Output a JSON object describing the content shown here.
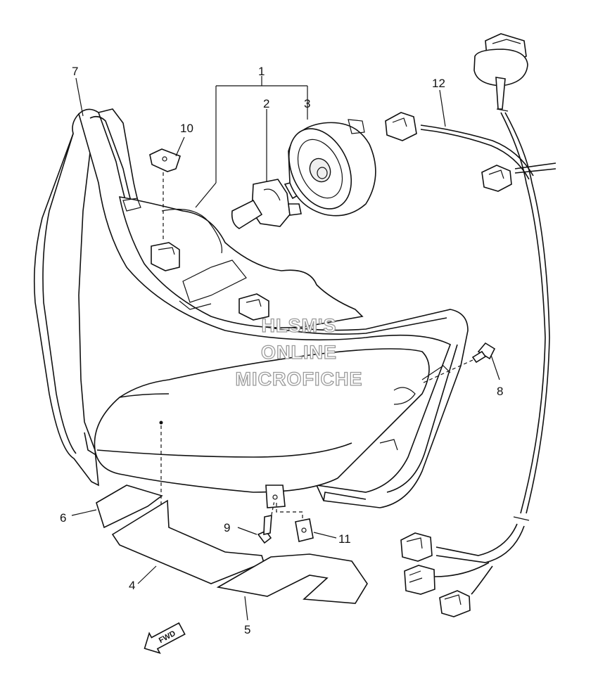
{
  "parts": [
    {
      "id": "1",
      "label": "1"
    },
    {
      "id": "2",
      "label": "2"
    },
    {
      "id": "3",
      "label": "3"
    },
    {
      "id": "4",
      "label": "4"
    },
    {
      "id": "5",
      "label": "5"
    },
    {
      "id": "6",
      "label": "6"
    },
    {
      "id": "7",
      "label": "7"
    },
    {
      "id": "8",
      "label": "8"
    },
    {
      "id": "9",
      "label": "9"
    },
    {
      "id": "10",
      "label": "10"
    },
    {
      "id": "11",
      "label": "11"
    },
    {
      "id": "12",
      "label": "12"
    }
  ],
  "watermark": {
    "line1": "HLSM'S",
    "line2": "ONLINE",
    "line3": "MICROFICHE"
  },
  "direction_badge": {
    "text": "FWD"
  }
}
